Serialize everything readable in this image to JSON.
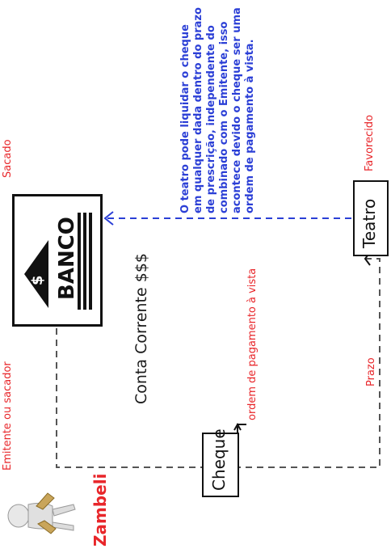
{
  "labels": {
    "sacado": "Sacado",
    "emitente": "Emitente ou sacador",
    "zambeli": "Zambeli",
    "favorecido": "Favorecido",
    "conta_corrente": "Conta Corrente  $$$",
    "ordem": "ordem de pagamento à vista",
    "prazo": "Prazo",
    "cheque": "Cheque",
    "teatro": "Teatro",
    "banco": "BANCO",
    "dollar": "$"
  },
  "note_lines": [
    "O teatro pode  liquidar o cheque",
    "em qualquer dada dentro do prazo",
    "de prescrição, independente do",
    "combinado com o Emitente, isso",
    "acontece devido o cheque ser uma",
    "ordem de pagamento à vista."
  ],
  "colors": {
    "red": "#e8262a",
    "blue": "#2b3fd6",
    "dark": "#1a1a1a",
    "line": "#555555"
  }
}
